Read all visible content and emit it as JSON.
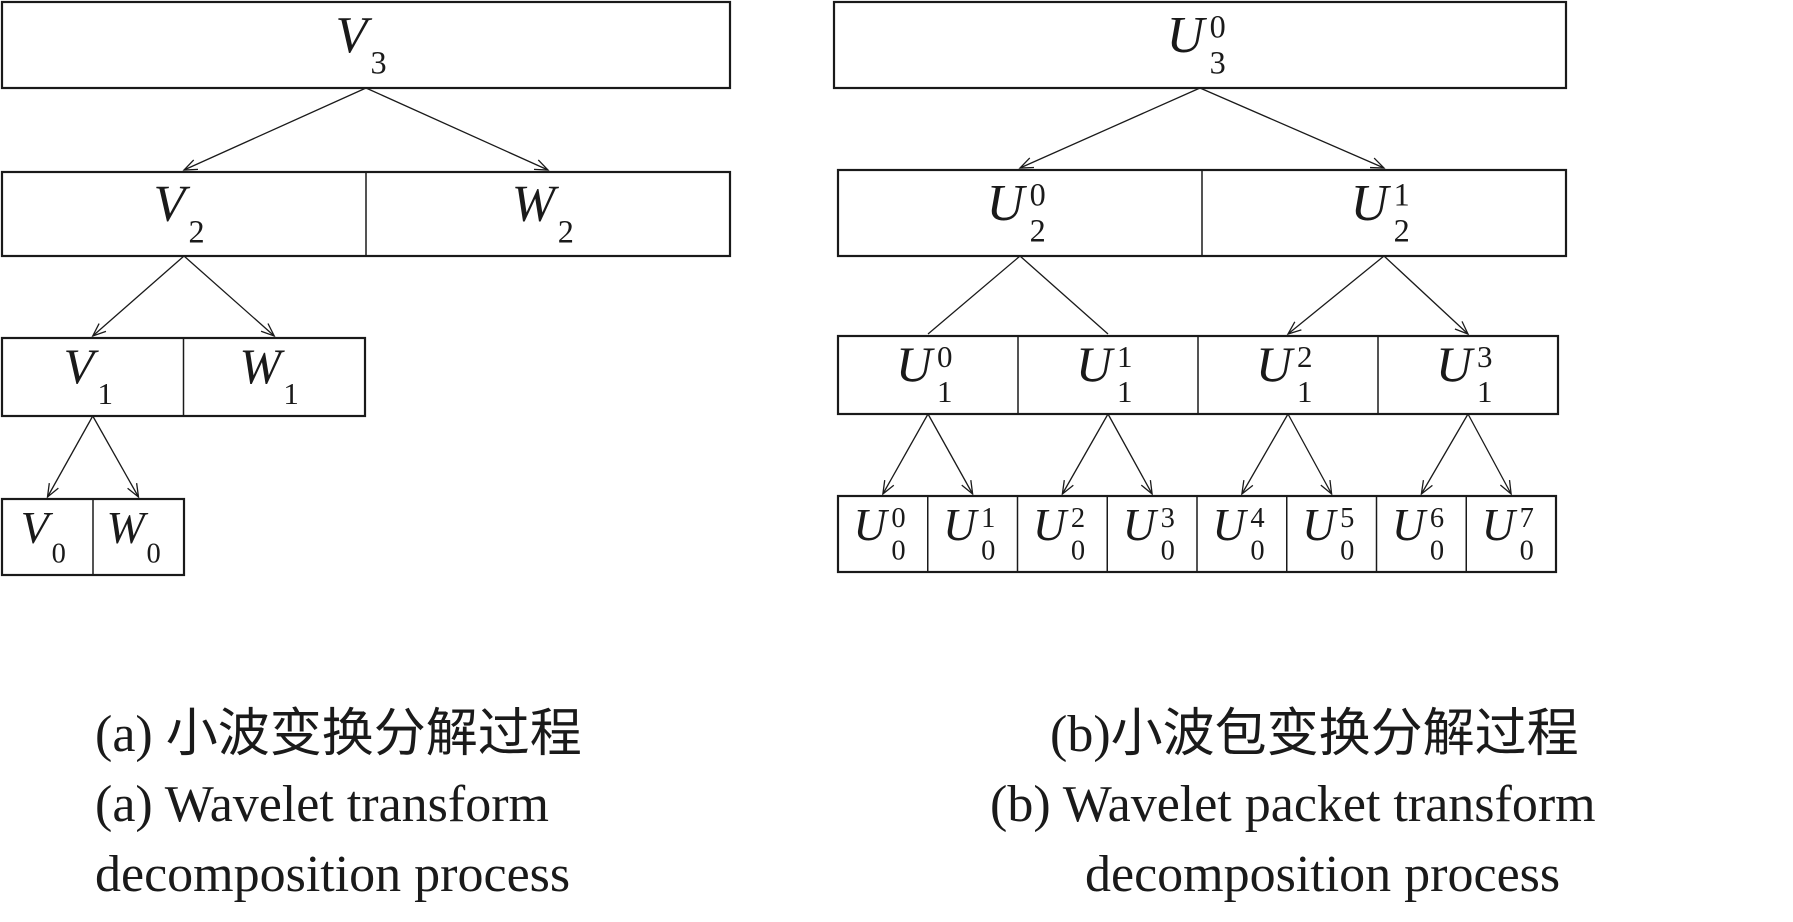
{
  "panel_a": {
    "levels": [
      {
        "cells": [
          {
            "sym": "V",
            "sub": "3"
          }
        ]
      },
      {
        "cells": [
          {
            "sym": "V",
            "sub": "2"
          },
          {
            "sym": "W",
            "sub": "2"
          }
        ]
      },
      {
        "cells": [
          {
            "sym": "V",
            "sub": "1"
          },
          {
            "sym": "W",
            "sub": "1"
          }
        ]
      },
      {
        "cells": [
          {
            "sym": "V",
            "sub": "0"
          },
          {
            "sym": "W",
            "sub": "0"
          }
        ]
      }
    ],
    "caption_cn": "(a) 小波变换分解过程",
    "caption_en_1": "(a) Wavelet transform",
    "caption_en_2": "decomposition process"
  },
  "panel_b": {
    "levels": [
      {
        "cells": [
          {
            "sym": "U",
            "sub": "3",
            "sup": "0"
          }
        ]
      },
      {
        "cells": [
          {
            "sym": "U",
            "sub": "2",
            "sup": "0"
          },
          {
            "sym": "U",
            "sub": "2",
            "sup": "1"
          }
        ]
      },
      {
        "cells": [
          {
            "sym": "U",
            "sub": "1",
            "sup": "0"
          },
          {
            "sym": "U",
            "sub": "1",
            "sup": "1"
          },
          {
            "sym": "U",
            "sub": "1",
            "sup": "2"
          },
          {
            "sym": "U",
            "sub": "1",
            "sup": "3"
          }
        ]
      },
      {
        "cells": [
          {
            "sym": "U",
            "sub": "0",
            "sup": "0"
          },
          {
            "sym": "U",
            "sub": "0",
            "sup": "1"
          },
          {
            "sym": "U",
            "sub": "0",
            "sup": "2"
          },
          {
            "sym": "U",
            "sub": "0",
            "sup": "3"
          },
          {
            "sym": "U",
            "sub": "0",
            "sup": "4"
          },
          {
            "sym": "U",
            "sub": "0",
            "sup": "5"
          },
          {
            "sym": "U",
            "sub": "0",
            "sup": "6"
          },
          {
            "sym": "U",
            "sub": "0",
            "sup": "7"
          }
        ]
      }
    ],
    "caption_cn": "(b)小波包变换分解过程",
    "caption_en_1": "(b) Wavelet packet transform",
    "caption_en_2": "decomposition process"
  }
}
